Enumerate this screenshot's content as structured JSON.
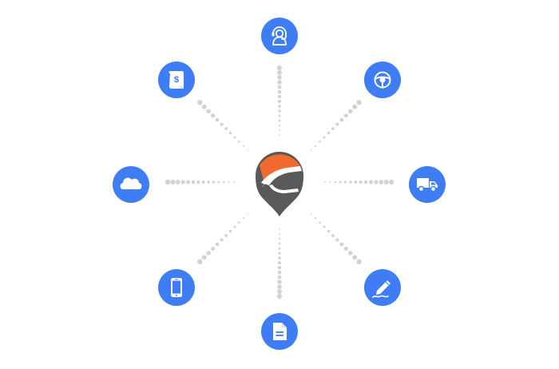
{
  "colors": {
    "node_fill": "#3F7DF4",
    "icon_stroke": "#FFFFFF",
    "connector_dots": "#D3D3D3",
    "pin_body": "#595959",
    "pin_accent": "#F26A2E",
    "pin_road": "#FFFFFF"
  },
  "hub": {
    "icon": "road-map-pin-logo-icon"
  },
  "nodes": [
    {
      "id": "support",
      "icon": "headset-support-icon"
    },
    {
      "id": "driver",
      "icon": "steering-wheel-icon"
    },
    {
      "id": "delivery",
      "icon": "delivery-truck-icon"
    },
    {
      "id": "signature",
      "icon": "pencil-signature-icon"
    },
    {
      "id": "document",
      "icon": "document-icon"
    },
    {
      "id": "mobile",
      "icon": "smartphone-icon"
    },
    {
      "id": "cloud",
      "icon": "cloud-icon"
    },
    {
      "id": "billing",
      "icon": "invoice-dollar-icon"
    }
  ]
}
